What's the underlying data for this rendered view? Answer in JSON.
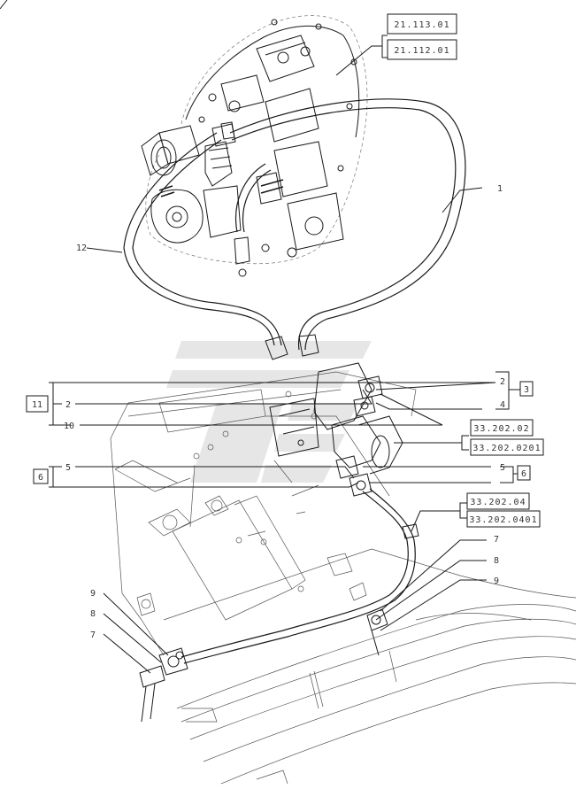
{
  "references": {
    "ref_21113": "21.113.01",
    "ref_21112": "21.112.01",
    "ref_33202_02": "33.202.02",
    "ref_33202_0201": "33.202.0201",
    "ref_33202_04": "33.202.04",
    "ref_33202_0401": "33.202.0401"
  },
  "boxed_numbers": {
    "b3": "3",
    "b6_right": "6",
    "b11": "11",
    "b6_left": "6"
  },
  "callouts": {
    "c1": "1",
    "c12": "12",
    "c2_right": "2",
    "c4": "4",
    "c2_left": "2",
    "c10": "10",
    "c5_left": "5",
    "c5_right": "5",
    "c7_right": "7",
    "c8_right": "8",
    "c9_right": "9",
    "c9_left": "9",
    "c8_left": "8",
    "c7_left": "7"
  }
}
